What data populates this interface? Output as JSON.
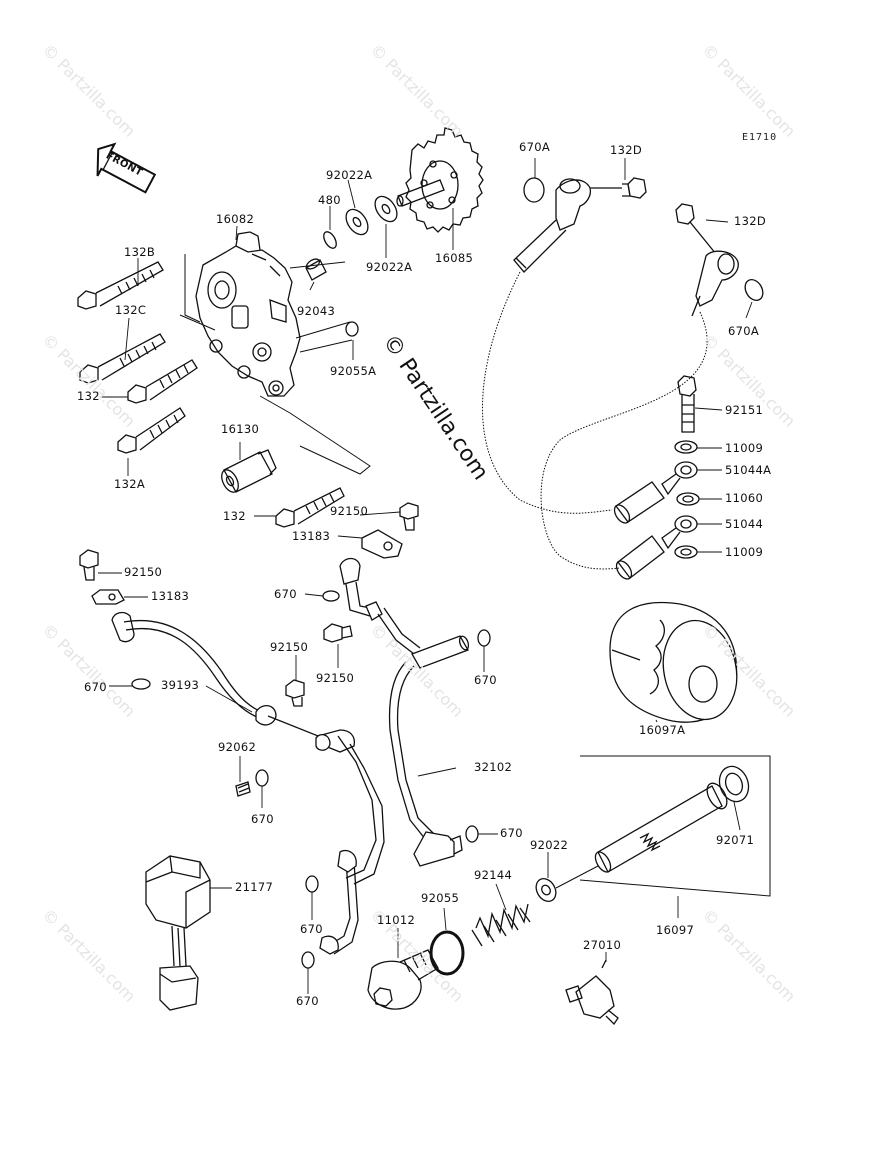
{
  "diagram_code": "E1710",
  "watermark": "© Partzilla.com",
  "main_watermark": "© Partzilla.com",
  "front_label": "FRONT",
  "parts": {
    "p670A_top": "670A",
    "p132D_top": "132D",
    "p92022A_a": "92022A",
    "p480": "480",
    "p16082": "16082",
    "p132B": "132B",
    "p132C": "132C",
    "p92043": "92043",
    "p92055A": "92055A",
    "p92022A_b": "92022A",
    "p16085": "16085",
    "p132D_right": "132D",
    "p670A_right": "670A",
    "p132_a": "132",
    "p132A": "132A",
    "p16130": "16130",
    "p132_b": "132",
    "p92150_a": "92150",
    "p13183_a": "13183",
    "p92151": "92151",
    "p11009_a": "11009",
    "p51044A": "51044A",
    "p11060": "11060",
    "p51044": "51044",
    "p11009_b": "11009",
    "p92150_b": "92150",
    "p13183_b": "13183",
    "p670_a": "670",
    "p92150_c": "92150",
    "p92150_d": "92150",
    "p670_b": "670",
    "p670_c": "670",
    "p39193": "39193",
    "p16097A": "16097A",
    "p92062": "92062",
    "p670_d": "670",
    "p32102": "32102",
    "p670_e": "670",
    "p92022": "92022",
    "p92071": "92071",
    "p21177": "21177",
    "p92144": "92144",
    "p92055": "92055",
    "p670_f": "670",
    "p11012": "11012",
    "p16097": "16097",
    "p27010": "27010",
    "p670_g": "670"
  }
}
